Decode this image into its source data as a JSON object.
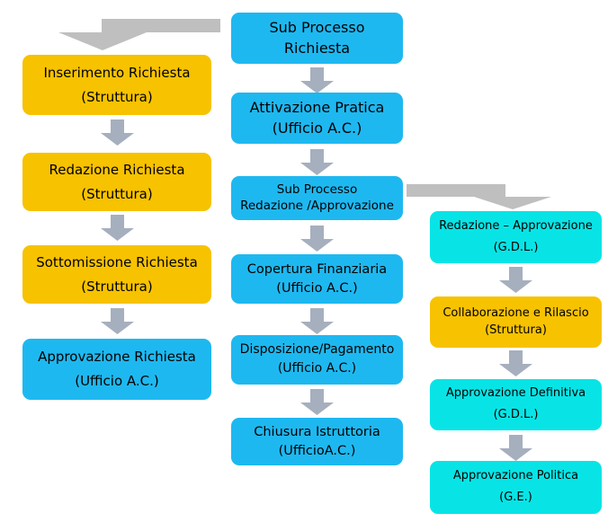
{
  "colors": {
    "box_yellow": "#F7C200",
    "box_blue": "#1EB8F0",
    "box_cyan": "#08E4E6",
    "arrow_small": "#A6AFBE",
    "arrow_big": "#BFBFBF",
    "text": "#000000",
    "background": "#FFFFFF"
  },
  "nodes": {
    "left": [
      {
        "line1": "Inserimento Richiesta",
        "line2": "(Struttura)",
        "fill": "yellow"
      },
      {
        "line1": "Redazione Richiesta",
        "line2": "(Struttura)",
        "fill": "yellow"
      },
      {
        "line1": "Sottomissione Richiesta",
        "line2": "(Struttura)",
        "fill": "yellow"
      },
      {
        "line1": "Approvazione Richiesta",
        "line2": "(Ufficio A.C.)",
        "fill": "blue"
      }
    ],
    "middle": [
      {
        "line1": "Sub Processo",
        "line2": "Richiesta",
        "fill": "blue"
      },
      {
        "line1": "Attivazione Pratica",
        "line2": "(Ufficio A.C.)",
        "fill": "blue"
      },
      {
        "line1": "Sub Processo",
        "line2": "Redazione /Approvazione",
        "fill": "blue"
      },
      {
        "line1": "Copertura Finanziaria",
        "line2": "(Ufficio A.C.)",
        "fill": "blue"
      },
      {
        "line1": "Disposizione/Pagamento",
        "line2": "(Ufficio A.C.)",
        "fill": "blue"
      },
      {
        "line1": "Chiusura Istruttoria",
        "line2": "(UfficioA.C.)",
        "fill": "blue"
      }
    ],
    "right": [
      {
        "line1": "Redazione – Approvazione",
        "line2": "(G.D.L.)",
        "fill": "cyan"
      },
      {
        "line1": "Collaborazione e Rilascio",
        "line2": "(Struttura)",
        "fill": "yellow"
      },
      {
        "line1": "Approvazione Definitiva",
        "line2": "(G.D.L.)",
        "fill": "cyan"
      },
      {
        "line1": "Approvazione Politica",
        "line2": "(G.E.)",
        "fill": "cyan"
      }
    ]
  },
  "branches": [
    {
      "from": "sub-processo-richiesta",
      "to": "inserimento-richiesta"
    },
    {
      "from": "sub-processo-redazione-approvazione",
      "to": "redazione-approvazione"
    }
  ]
}
